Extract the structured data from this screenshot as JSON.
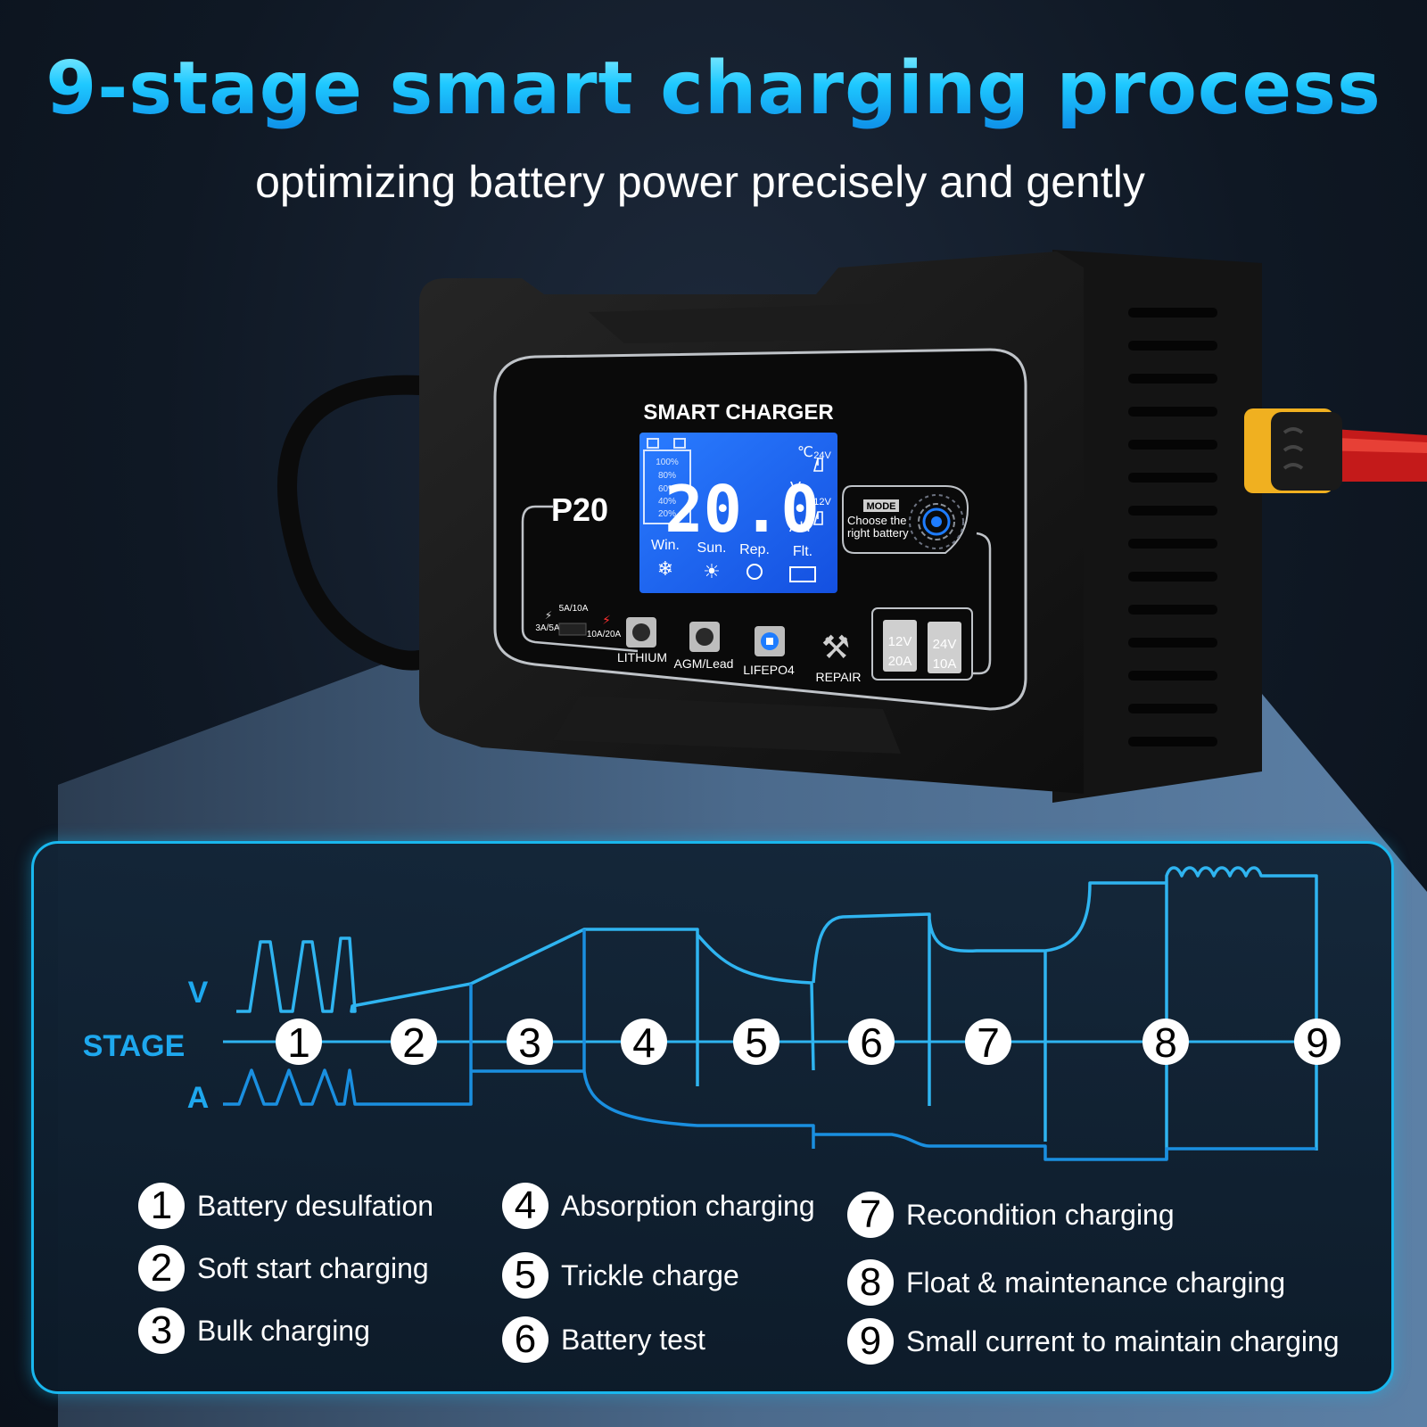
{
  "header": {
    "title": "9-stage smart charging process",
    "subtitle": "optimizing battery power precisely and gently"
  },
  "device": {
    "brand_label": "SMART CHARGER",
    "model": "P20",
    "display": {
      "reading": "20.0",
      "unit_celsius": "℃",
      "unit_v": "V",
      "unit_ah": "AH",
      "v24": "24V",
      "v12": "12V",
      "battery_levels": [
        "100%",
        "80%",
        "60%",
        "40%",
        "20%"
      ],
      "modes": [
        "Win.",
        "Sun.",
        "Rep.",
        "Flt."
      ]
    },
    "mode_box": {
      "title": "MODE",
      "line1": "Choose the",
      "line2": "right battery"
    },
    "current_switch": {
      "top": "5A/10A",
      "left": "3A/5A",
      "right": "10A/20A"
    },
    "battery_types": [
      "LITHIUM",
      "AGM/Lead",
      "LIFEPO4",
      "REPAIR"
    ],
    "voltage_buttons": [
      {
        "v": "12V",
        "a": "20A"
      },
      {
        "v": "24V",
        "a": "10A"
      }
    ]
  },
  "diagram": {
    "stage_label": "STAGE",
    "v_label": "V",
    "a_label": "A",
    "stages": [
      "1",
      "2",
      "3",
      "4",
      "5",
      "6",
      "7",
      "8",
      "9"
    ]
  },
  "legend": [
    {
      "num": "1",
      "label": "Battery desulfation"
    },
    {
      "num": "2",
      "label": "Soft start charging"
    },
    {
      "num": "3",
      "label": "Bulk charging"
    },
    {
      "num": "4",
      "label": "Absorption charging"
    },
    {
      "num": "5",
      "label": "Trickle charge"
    },
    {
      "num": "6",
      "label": "Battery test"
    },
    {
      "num": "7",
      "label": "Recondition charging"
    },
    {
      "num": "8",
      "label": "Float & maintenance charging"
    },
    {
      "num": "9",
      "label": "Small current to maintain charging"
    }
  ],
  "colors": {
    "accent": "#1ec8ff",
    "wave": "#19a8e6",
    "lcd": "#1e64ff"
  }
}
